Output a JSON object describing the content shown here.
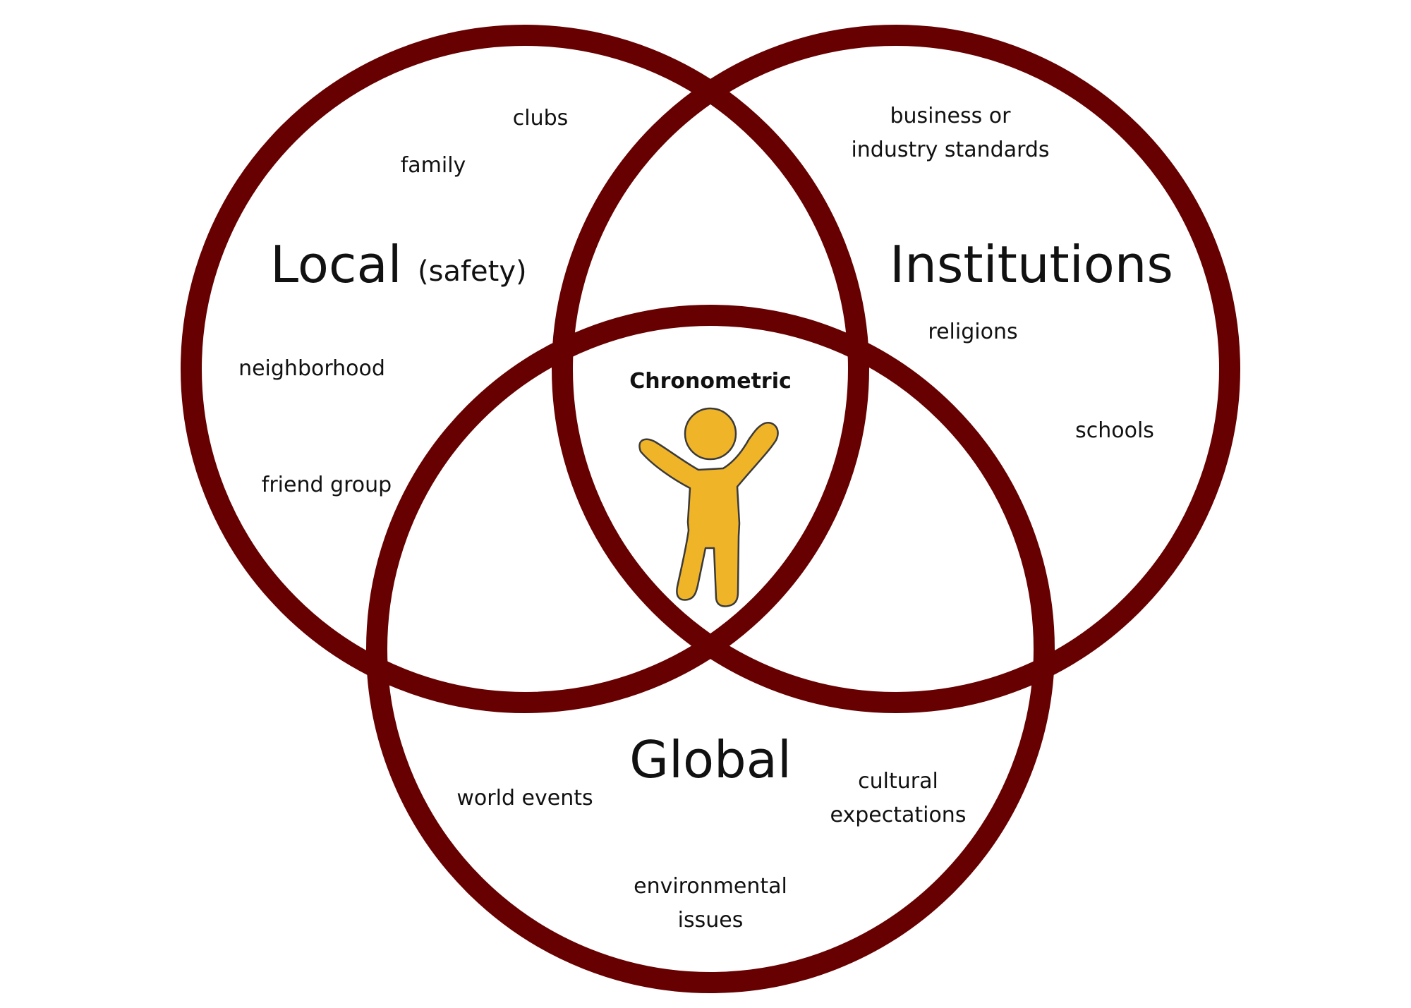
{
  "circles": {
    "local": {
      "title": "Local",
      "subtitle": "(safety)",
      "items": [
        "clubs",
        "family",
        "neighborhood",
        "friend group"
      ]
    },
    "institutions": {
      "title": "Institutions",
      "items": [
        "business or",
        "industry standards",
        "religions",
        "schools"
      ]
    },
    "global": {
      "title": "Global",
      "items": [
        "world events",
        "cultural",
        "expectations",
        "environmental",
        "issues"
      ]
    }
  },
  "center": {
    "label": "Chronometric",
    "icon": "person-arms-raised-icon"
  },
  "colors": {
    "ring": "#670000",
    "figure": "#f0b429",
    "text": "#111111"
  }
}
